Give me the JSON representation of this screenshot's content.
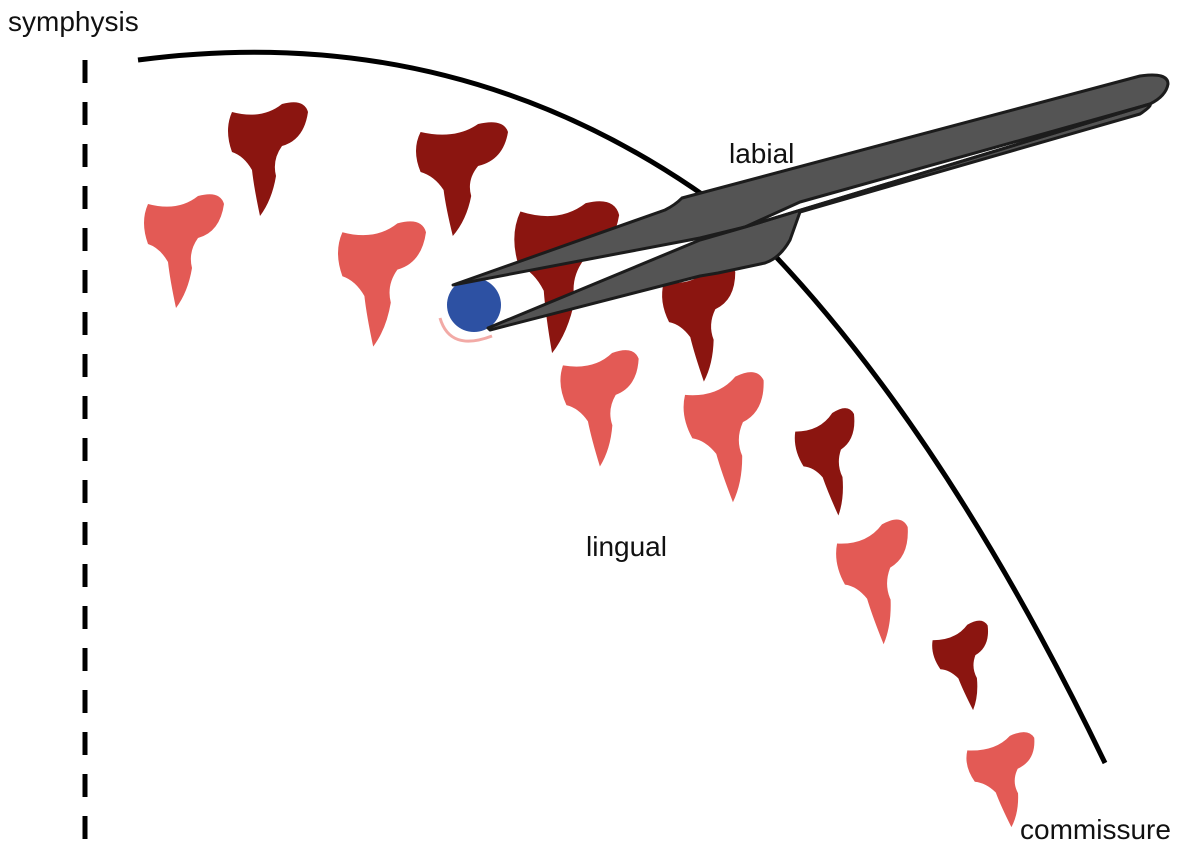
{
  "labels": {
    "symphysis": "symphysis",
    "labial": "labial",
    "lingual": "lingual",
    "commissure": "commissure"
  },
  "colors": {
    "dark_tooth": "#8b1510",
    "light_tooth": "#e35a55",
    "forceps": "#545454",
    "forceps_outline": "#1c1c1c",
    "grasped_object": "#2d51a3",
    "faint_arc": "#f2aaa6",
    "jaw_line": "#000000",
    "midline": "#000000"
  },
  "icons": {
    "forceps": "forceps-icon",
    "grasped_object": "blue-dot-icon"
  }
}
